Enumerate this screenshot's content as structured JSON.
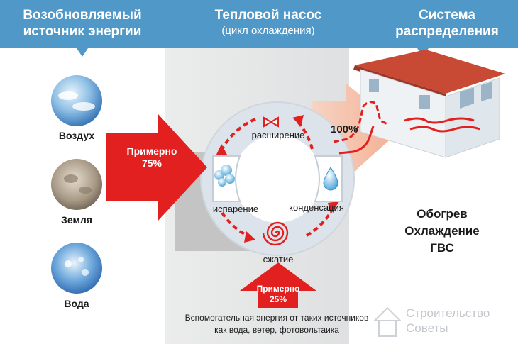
{
  "headers": {
    "left_title": "Возобновляемый источник энергии",
    "middle_title": "Тепловой насос",
    "middle_subtitle": "(цикл охлаждения)",
    "right_title": "Система распределения"
  },
  "sources": [
    {
      "label": "Воздух",
      "icon": "sky-clouds-image"
    },
    {
      "label": "Земля",
      "icon": "soil-image"
    },
    {
      "label": "Вода",
      "icon": "water-image"
    }
  ],
  "cycle": {
    "expansion": "расширение",
    "evaporation": "испарение",
    "condensation": "конденсация",
    "compression": "сжатие"
  },
  "renewable_share": {
    "line1": "Примерно",
    "line2": "75%"
  },
  "auxiliary_share": {
    "line1": "Примерно",
    "line2": "25%"
  },
  "output_share": "100%",
  "auxiliary_note": "Вспомогательная энергия от таких источников как вода, ветер, фотовольтаика",
  "outputs": [
    "Обогрев",
    "Охлаждение",
    "ГВС"
  ],
  "watermark": {
    "line1": "Строительство",
    "line2": "Советы"
  },
  "colors": {
    "header_bg": "#4f98c7",
    "arrow_red": "#e2201f",
    "output_arrow": "#f3b39a",
    "cycle_ring": "#dde3ea",
    "panel_gray": "#e7e8e9"
  }
}
